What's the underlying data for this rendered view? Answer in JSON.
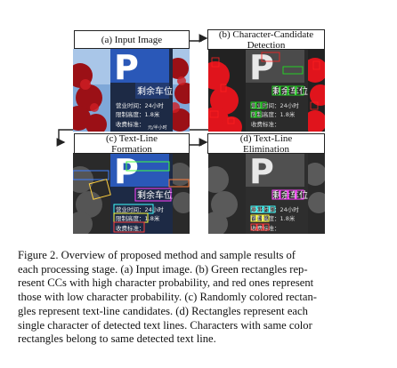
{
  "panels": [
    {
      "id": "a",
      "label": "(a) Input Image"
    },
    {
      "id": "b",
      "label_line1": "(b) Character-Candidate",
      "label_line2": "Detection"
    },
    {
      "id": "c",
      "label_line1": "(c) Text-Line",
      "label_line2": "Formation"
    },
    {
      "id": "d",
      "label_line1": "(d) Text-Line",
      "label_line2": "Elimination"
    }
  ],
  "sign": {
    "big_letter": "P",
    "title": "剩余车位",
    "line1": "营业时间：24小时",
    "line2": "限制高度：1.8米",
    "line3": "收费标准：",
    "line3b": "元/半小时"
  },
  "caption_lines": [
    "Figure 2.   Overview of proposed method and sample results of",
    "each processing stage. (a) Input image. (b) Green rectangles rep-",
    "resent CCs with high character probability, and red ones represent",
    "those with low character probability. (c) Randomly colored rectan-",
    "gles represent text-line candidates. (d) Rectangles represent each",
    "single character of detected text lines. Characters with same color",
    "rectangles belong to same detected text line."
  ],
  "colors": {
    "sign_blue": "#2a58b8",
    "sign_dark": "#1c2a44",
    "foliage_red": "#b3121a",
    "detect_green": "#22dd22",
    "detect_red": "#ff2020"
  }
}
